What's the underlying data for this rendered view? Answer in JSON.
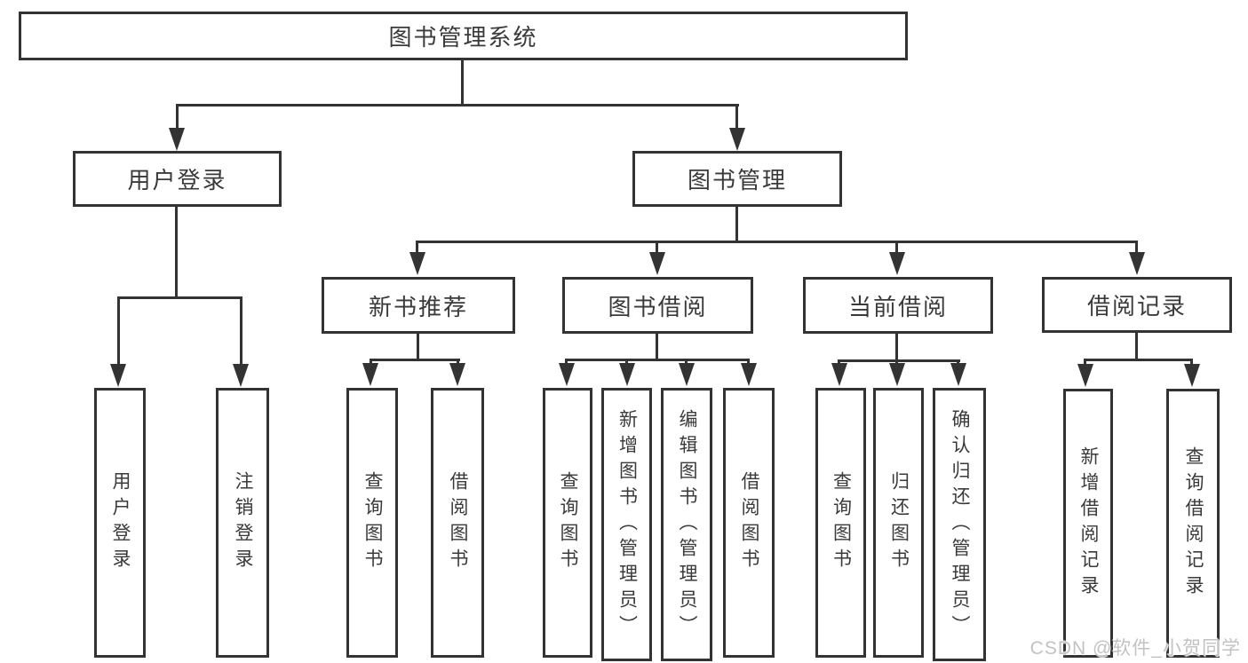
{
  "diagram": {
    "title": "图书管理系统",
    "nodes": {
      "root": "图书管理系统",
      "user_login": "用户登录",
      "book_management": "图书管理",
      "new_book_recommend": "新书推荐",
      "book_borrow": "图书借阅",
      "current_borrow": "当前借阅",
      "borrow_record": "借阅记录",
      "ul_user_login": "用户登录",
      "ul_logout": "注销登录",
      "nbr_query_book": "查询图书",
      "nbr_borrow_book": "借阅图书",
      "bb_query_book": "查询图书",
      "bb_add_book": "新增图书（管理员）",
      "bb_edit_book": "编辑图书（管理员）",
      "bb_borrow_book": "借阅图书",
      "cb_query_book": "查询图书",
      "cb_return_book": "归还图书",
      "cb_confirm_return": "确认归还（管理员）",
      "br_add_record": "新增借阅记录",
      "br_query_record": "查询借阅记录"
    },
    "structure": {
      "root": "图书管理系统",
      "children": [
        {
          "label": "用户登录",
          "children": [
            "用户登录",
            "注销登录"
          ]
        },
        {
          "label": "图书管理",
          "children": [
            {
              "label": "新书推荐",
              "children": [
                "查询图书",
                "借阅图书"
              ]
            },
            {
              "label": "图书借阅",
              "children": [
                "查询图书",
                "新增图书（管理员）",
                "编辑图书（管理员）",
                "借阅图书"
              ]
            },
            {
              "label": "当前借阅",
              "children": [
                "查询图书",
                "归还图书",
                "确认归还（管理员）"
              ]
            },
            {
              "label": "借阅记录",
              "children": [
                "新增借阅记录",
                "查询借阅记录"
              ]
            }
          ]
        }
      ]
    },
    "watermark": "CSDN @软件_小贺同学",
    "colors": {
      "line": "#333333",
      "text": "#3a3a3a",
      "box_background": "#ffffff",
      "watermark": "#c2c2c2",
      "page_background": "#ffffff"
    }
  }
}
